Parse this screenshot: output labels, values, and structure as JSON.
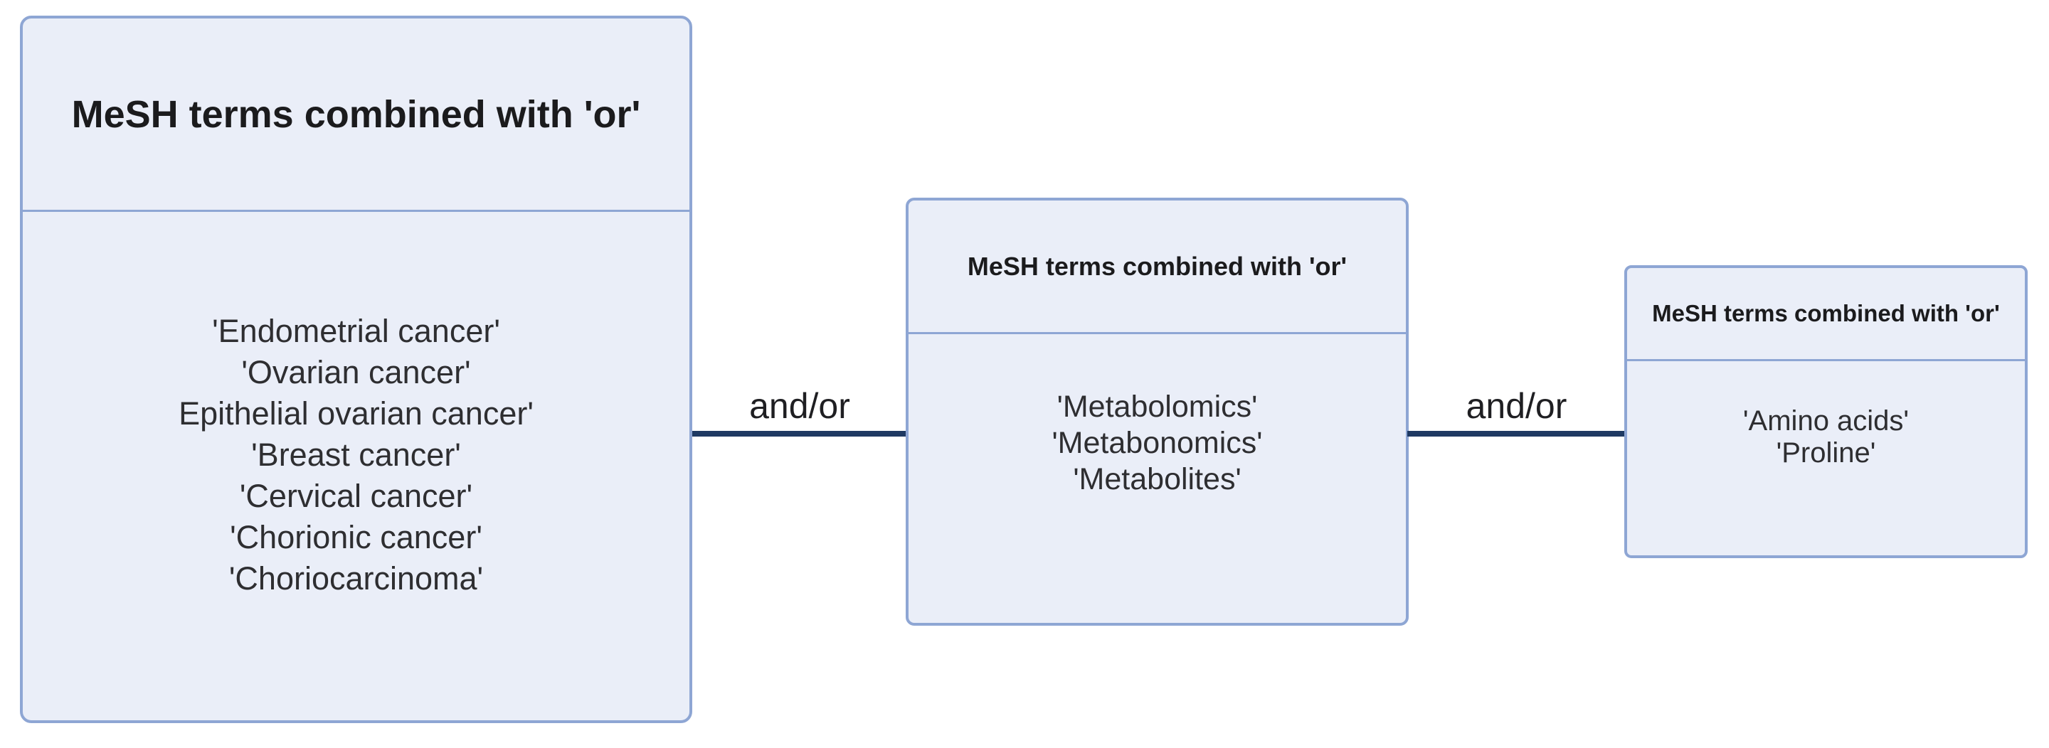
{
  "figure": {
    "description_role": "search-strategy-diagram"
  },
  "colors": {
    "page_bg": "#ffffff",
    "box_fill": "#eaeef8",
    "box_border": "#8ea6d4",
    "connector": "#1f3a63",
    "title_text": "#1b1b1d",
    "body_text": "#2e2e31",
    "label_text": "#1f1f22"
  },
  "boxes": [
    {
      "title": "MeSH terms combined with 'or'",
      "terms": [
        "'Endometrial cancer'",
        "'Ovarian cancer'",
        "Epithelial ovarian cancer'",
        "'Breast cancer'",
        "'Cervical cancer'",
        "'Chorionic cancer'",
        "'Choriocarcinoma'"
      ]
    },
    {
      "title": "MeSH terms combined with 'or'",
      "terms": [
        "'Metabolomics'",
        "'Metabonomics'",
        "'Metabolites'"
      ]
    },
    {
      "title": "MeSH terms combined with 'or'",
      "terms": [
        "'Amino acids'",
        "'Proline'"
      ]
    }
  ],
  "connectors": [
    {
      "label": "and/or"
    },
    {
      "label": "and/or"
    }
  ]
}
